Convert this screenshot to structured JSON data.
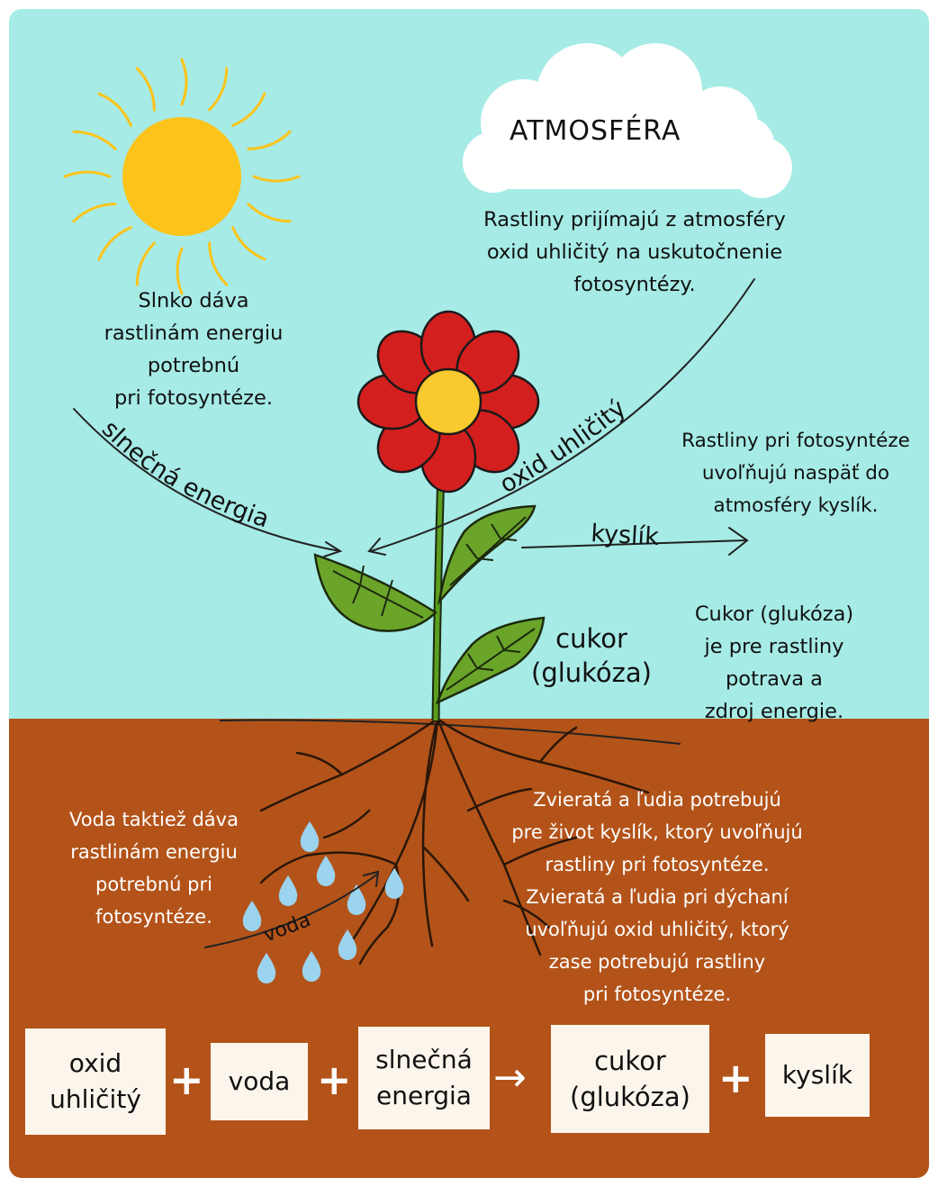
{
  "cloud": {
    "title": "ATMOSFÉRA"
  },
  "texts": {
    "sun": "Slnko dáva\nrastlinám energiu\npotrebnú\npri fotosyntéze.",
    "atmosphere": "Rastliny prijímajú z atmosféry\noxid uhličitý na uskutočnenie\nfotosyntézy.",
    "oxygen_release": "Rastliny pri fotosyntéze\nuvoľňujú naspäť do\natmosféry kyslík.",
    "sugar_info": "Cukor (glukóza)\nje pre rastliny\npotrava a\nzdroj energie.",
    "water_info": "Voda taktiež dáva\nrastlinám energiu\npotrebnú pri\nfotosyntéze.",
    "animals_info": "Zvieratá a ľudia potrebujú\npre život kyslík, ktorý uvoľňujú\nrastliny pri fotosyntéze.\nZvieratá a ľudia pri dýchaní\nuvoľňujú oxid uhličitý, ktorý\nzase potrebujú rastliny\npri fotosyntéze."
  },
  "labels": {
    "solar_energy": "slnečná energia",
    "co2": "oxid uhličitý",
    "oxygen": "kyslík",
    "sugar": "cukor\n(glukóza)",
    "water": "voda"
  },
  "equation": {
    "terms": [
      "oxid\nuhličitý",
      "voda",
      "slnečná\nenergia",
      "cukor\n(glukóza)",
      "kyslík"
    ],
    "plus": "+",
    "arrow": "→"
  },
  "colors": {
    "sky": "#a6ebe6",
    "soil": "#b35319",
    "sun": "#fcc41a",
    "petal": "#d41f1f",
    "flower_center": "#f9c92d",
    "leaf": "#6aa52a",
    "stem": "#5c9e1f",
    "water_drop": "#9cd3ee",
    "box": "#fbf5ec"
  },
  "icons": [
    "sun-icon",
    "cloud-icon",
    "flower-icon",
    "leaf-icon",
    "root-icon",
    "water-drop-icon",
    "arrow-icon"
  ]
}
